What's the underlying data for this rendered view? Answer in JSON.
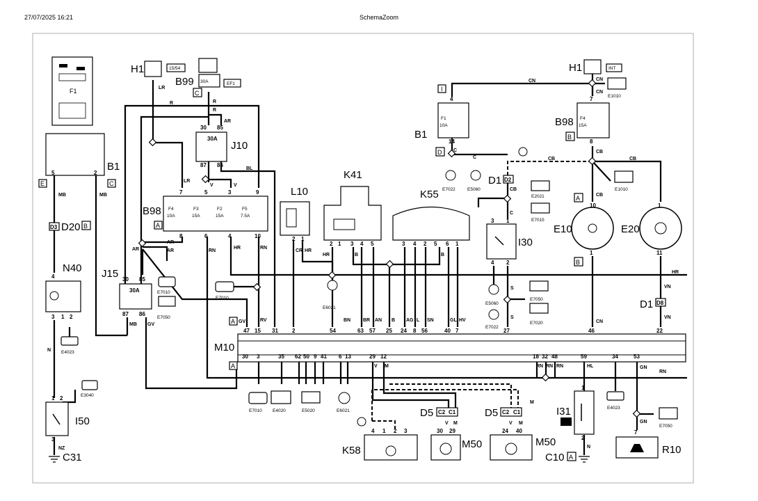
{
  "header": {
    "date": "27/07/2025 16:21",
    "title": "SchemaZoom"
  },
  "components": {
    "H1_left": "H1",
    "H1_right": "H1",
    "B99": "B99",
    "J10": "J10",
    "B98_left": "B98",
    "B98_right": "B98",
    "B1_left": "B1",
    "B1_right": "B1",
    "D20": "D20",
    "N40": "N40",
    "J15": "J15",
    "I50": "I50",
    "C31": "C31",
    "L10": "L10",
    "K41": "K41",
    "K55": "K55",
    "D1_top": "D1",
    "D1_mid": "D1",
    "I30": "I30",
    "E10": "E10",
    "E20": "E20",
    "M10": "M10",
    "D5_a": "D5",
    "D5_b": "D5",
    "M50_a": "M50",
    "M50_b": "M50",
    "K58": "K58",
    "I31": "I31",
    "C10": "C10",
    "R10": "R10",
    "F1": "F1"
  },
  "codes": {
    "e1010a": "E1010",
    "e1010b": "E1010",
    "e7022a": "E7022",
    "e5060a": "E5060",
    "e2021": "E2021",
    "e7015": "E7015",
    "e5060b": "E5060",
    "e7022b": "E7022",
    "e7050a": "E7050",
    "e7020": "E7020",
    "e6021a": "E6021",
    "e7010a": "E7010",
    "e7010b": "E7010",
    "e7050b": "E7050",
    "e4023a": "E4023",
    "e3040": "E3040",
    "e7010c": "E7010",
    "e4020": "E4020",
    "e5020": "E5020",
    "e6021b": "E6021",
    "e4023b": "E4023",
    "e7050c": "E7050"
  },
  "boxes": {
    "c1": "C",
    "c2": "C",
    "e": "E",
    "b": "B",
    "a1": "A",
    "a2": "A",
    "a3": "A",
    "i1": "I",
    "d1": "D",
    "b2": "B",
    "a4": "A",
    "b3": "B",
    "a5": "A",
    "t1554": "15/54",
    "ef1": "EF1",
    "int": "INT"
  },
  "fuses": {
    "f4": "F4",
    "f4v": "10A",
    "f3": "F3",
    "f3v": "15A",
    "f2": "F2",
    "f2v": "15A",
    "f5": "F5",
    "f5v": "7.5A",
    "f1": "F1",
    "f1v": "10A",
    "f4r": "F4",
    "f4rv": "15A",
    "b99v": "30A"
  },
  "wires": {
    "LR": "LR",
    "R": "R",
    "AR": "AR",
    "V": "V",
    "BL": "BL",
    "MB": "MB",
    "N": "N",
    "NZ": "NZ",
    "RN": "RN",
    "HR": "HR",
    "CR": "CR",
    "BN": "BN",
    "BR": "BR",
    "AN": "AN",
    "B": "B",
    "AG": "AG",
    "L": "L",
    "SN": "SN",
    "GL": "GL",
    "HV": "HV",
    "CN": "CN",
    "C": "C",
    "CB": "CB",
    "S": "S",
    "VN": "VN",
    "GV": "GV",
    "RV": "RV",
    "M": "M",
    "HL": "HL",
    "GN": "GN"
  },
  "m10_top_pins": {
    "p47": "47",
    "p15": "15",
    "p31": "31",
    "p2": "2",
    "p54": "54",
    "p63": "63",
    "p57": "57",
    "p25": "25",
    "p24": "24",
    "p8": "8",
    "p56": "56",
    "p40": "40",
    "p7": "7",
    "p27": "27",
    "p46": "46",
    "p22": "22"
  },
  "m10_bottom_pins": {
    "p30": "30",
    "p3": "3",
    "p35": "35",
    "p62": "62",
    "p50": "50",
    "p9": "9",
    "p41": "41",
    "p6": "6",
    "p13": "13",
    "p29": "29",
    "p12": "12",
    "p18": "18",
    "p32": "32",
    "p48": "48",
    "p59": "59",
    "p34": "34",
    "p53": "53"
  },
  "pins": {
    "b1_5": "5",
    "b1_2": "2",
    "d3": "D3",
    "d2": "D2",
    "d8": "D8",
    "n40_4": "4",
    "n40_3": "3",
    "n40_1": "1",
    "n40_2": "2",
    "i50_1": "1",
    "i50_2": "2",
    "i50_3": "3",
    "j10_30": "30",
    "j10_85": "85",
    "j10_87": "87",
    "j10_86": "86",
    "j15_30": "30",
    "j15_85": "85",
    "j15_87": "87",
    "j15_86": "86",
    "b98_7": "7",
    "b98_5": "5",
    "b98_3": "3",
    "b98_9": "9",
    "b98_8": "8",
    "b98_6": "6",
    "b98_4": "4",
    "b98_10": "10",
    "l10_2": "2",
    "l10_1": "1",
    "k41_2": "2",
    "k41_1": "1",
    "k41_3": "3",
    "k41_4": "4",
    "k41_5": "5",
    "k55_3": "3",
    "k55_4": "4",
    "k55_2": "2",
    "k55_5": "5",
    "k55_6": "6",
    "k55_1": "1",
    "b1r_4": "4",
    "b1r_14": "14",
    "b98r_7": "7",
    "b98r_8": "8",
    "i30_3": "3",
    "i30_1": "1",
    "i30_4": "4",
    "i30_2": "2",
    "e10_10": "10",
    "e10_1": "1",
    "e20_1": "1",
    "e20_11": "11",
    "d5a_c2": "C2",
    "d5a_c1": "C1",
    "m50a_30": "30",
    "m50a_29": "29",
    "d5b_c2": "C2",
    "d5b_c1": "C1",
    "m50b_24": "24",
    "m50b_40": "40",
    "k58_4": "4",
    "k58_1": "1",
    "k58_2": "2",
    "k58_3": "3",
    "i31_1": "1",
    "i31_2": "2",
    "r10_7": "7"
  }
}
